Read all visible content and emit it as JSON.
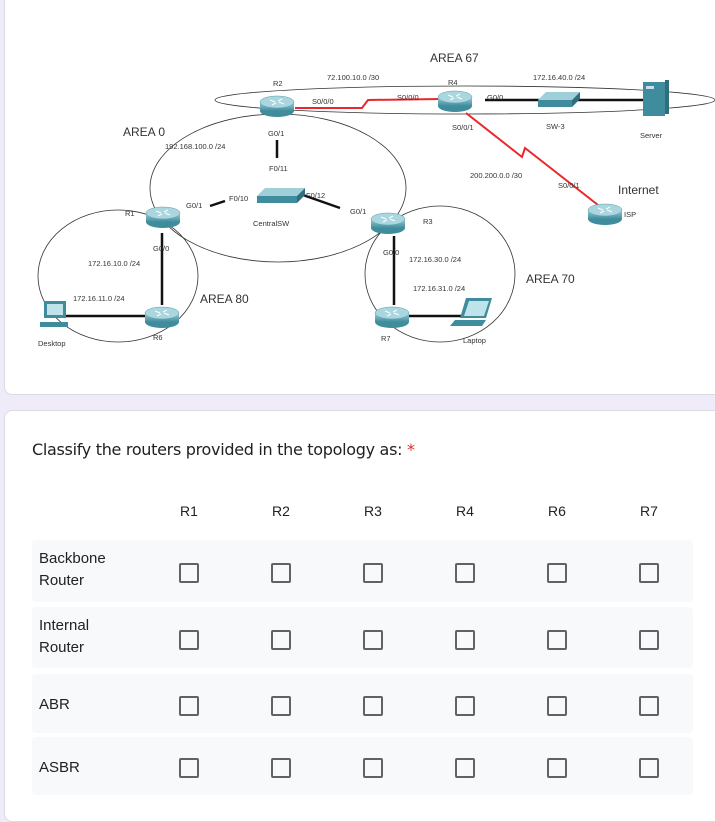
{
  "topology": {
    "areas": {
      "a0": "AREA 0",
      "a67": "AREA 67",
      "a70": "AREA 70",
      "a80": "AREA 80"
    },
    "devices": {
      "r1": "R1",
      "r2": "R2",
      "r3": "R3",
      "r4": "R4",
      "r6": "R6",
      "r7": "R7",
      "isp": "ISP",
      "sw": "CentralSW",
      "sw3": "SW-3",
      "server": "Server",
      "desktop": "Desktop",
      "laptop": "Laptop",
      "internet": "Internet"
    },
    "networks": {
      "n1": "72.100.10.0 /30",
      "n2": "172.16.40.0 /24",
      "n3": "192.168.100.0 /24",
      "n4": "200.200.0.0 /30",
      "n5": "172.16.10.0 /24",
      "n6": "172.16.11.0 /24",
      "n7": "172.16.30.0 /24",
      "n8": "172.16.31.0 /24"
    },
    "ports": {
      "r2s": "S0/0/0",
      "r4s": "S0/0/0",
      "r4g": "G0/0",
      "r4s1": "S0/0/1",
      "isps": "S0/0/1",
      "r2g": "G0/1",
      "f11": "F0/11",
      "f10": "F0/10",
      "f12": "F0/12",
      "r1g1": "G0/1",
      "r3g1": "G0/1",
      "r1g0": "G0/0",
      "r3g0": "G0/0"
    },
    "serial_link_color": "#e8282c"
  },
  "question": {
    "text": "Classify the routers provided in the topology as:",
    "required": "*"
  },
  "columns": [
    "R1",
    "R2",
    "R3",
    "R4",
    "R6",
    "R7"
  ],
  "rows": [
    "Backbone Router",
    "Internal Router",
    "ABR",
    "ASBR"
  ]
}
